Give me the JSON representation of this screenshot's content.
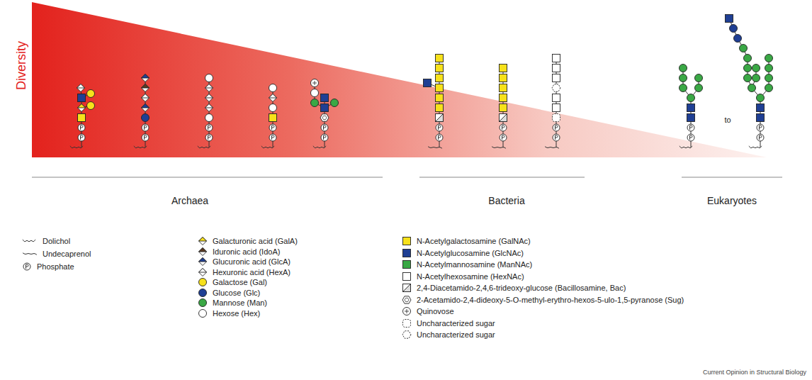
{
  "diagram": {
    "labels": [
      "Diversity",
      "Archaea",
      "Bacteria",
      "Eukaryotes",
      "to",
      "Current Opinion in Structural Biology"
    ],
    "legend": [
      {
        "text": "Dolichol"
      },
      {
        "text": "Undecaprenol"
      },
      {
        "text": "Phosphate"
      },
      {
        "text": "Galacturonic acid (GalA)"
      },
      {
        "text": "Iduronic acid (IdoA)"
      },
      {
        "text": "Glucuronic acid (GlcA)"
      },
      {
        "text": "Hexuronic acid (HexA)"
      },
      {
        "text": "Galactose (Gal)",
        "color": "#f7e11b"
      },
      {
        "text": "Glucose (Glc)",
        "color": "#1f3f94"
      },
      {
        "text": "Mannose (Man)",
        "color": "#3aa845"
      },
      {
        "text": "Hexose (Hex)",
        "color": "#ffffff"
      },
      {
        "text": "N-Acetylgalactosamine (GalNAc)",
        "color": "#f7e11b"
      },
      {
        "text": "N-Acetylglucosamine (GlcNAc)",
        "color": "#1f3f94"
      },
      {
        "text": "N-Acetylmannosamine (ManNAc)",
        "color": "#3aa845"
      },
      {
        "text": "N-Acetylhexosamine (HexNAc)",
        "color": "#ffffff"
      },
      {
        "text": "2,4-Diacetamido-2,4,6-trideoxy-glucose (Bacillosamine, Bac)"
      },
      {
        "text": "2-Acetamido-2,4-dideoxy-5-O-methyl-erythro-hexos-5-ulo-1,5-pyranose (Sug)"
      },
      {
        "text": "Quinovose"
      },
      {
        "text": "Uncharacterized sugar"
      },
      {
        "text": "Uncharacterized sugar"
      }
    ]
  }
}
